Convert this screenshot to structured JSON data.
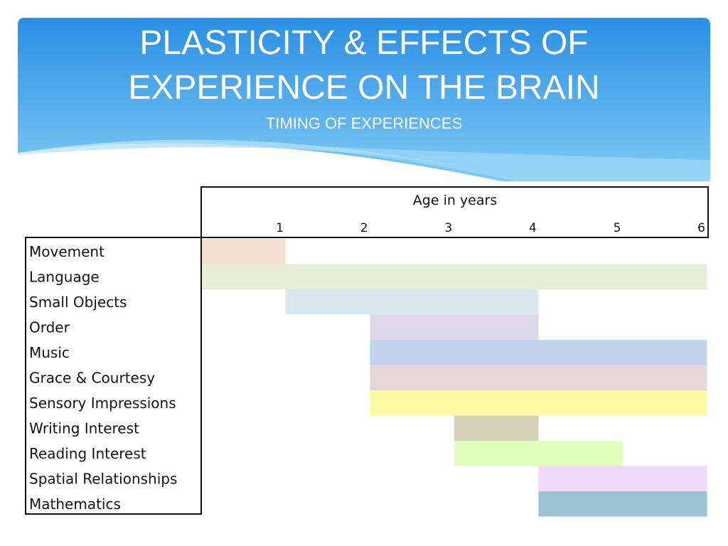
{
  "slide": {
    "title_line1": "PLASTICITY & EFFECTS OF",
    "title_line2": "EXPERIENCE ON THE BRAIN",
    "subtitle": "TIMING OF EXPERIENCES"
  },
  "chart_data": {
    "type": "table",
    "title": "",
    "xlabel": "Age in years",
    "ylabel": "",
    "xlim": [
      0,
      6
    ],
    "x_ticks": [
      "1",
      "2",
      "3",
      "4",
      "5",
      "6"
    ],
    "grid": false,
    "series": [
      {
        "name": "Movement",
        "start": 0,
        "end": 1,
        "color": "#f2e1d0"
      },
      {
        "name": "Language",
        "start": 0,
        "end": 6,
        "color": "#e7eed5"
      },
      {
        "name": "Small Objects",
        "start": 1,
        "end": 4,
        "color": "#dce8f0"
      },
      {
        "name": "Order",
        "start": 2,
        "end": 4,
        "color": "#ded9ea"
      },
      {
        "name": "Music",
        "start": 2,
        "end": 6,
        "color": "#c3d4ef"
      },
      {
        "name": "Grace & Courtesy",
        "start": 2,
        "end": 6,
        "color": "#e8d7d8"
      },
      {
        "name": "Sensory Impressions",
        "start": 2,
        "end": 6,
        "color": "#fafaa5"
      },
      {
        "name": "Writing Interest",
        "start": 3,
        "end": 4,
        "color": "#d5d1b7"
      },
      {
        "name": "Reading Interest",
        "start": 3,
        "end": 5,
        "color": "#e1ffbd"
      },
      {
        "name": "Spatial Relationships",
        "start": 4,
        "end": 6,
        "color": "#f0d9f9"
      },
      {
        "name": "Mathematics",
        "start": 4,
        "end": 6,
        "color": "#9cc2d5"
      }
    ]
  }
}
